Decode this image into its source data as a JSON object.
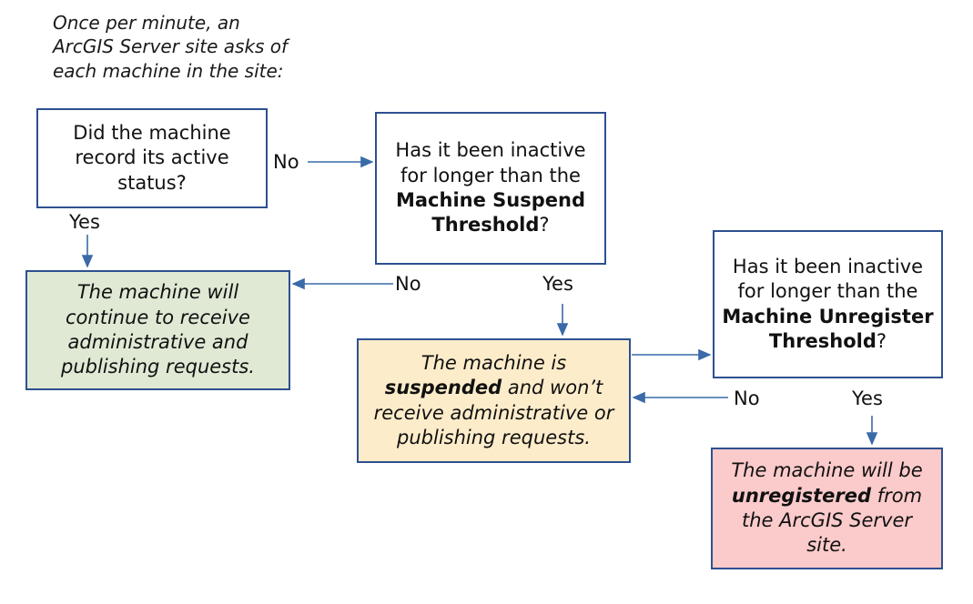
{
  "diagram": {
    "title_note": "Once per minute, an\nArcGIS Server site asks of\neach machine in the site:",
    "accent_border": "#2e5090",
    "arrow_color": "#3a6aa8",
    "nodes": {
      "decision_active_status": {
        "text": "Did the machine record its active status?",
        "line1": "Did the machine",
        "line2": "record its active",
        "line3": "status?",
        "fill": "#ffffff"
      },
      "decision_suspend_threshold": {
        "prefix": "Has it been inactive for longer than the ",
        "emphasis": "Machine Suspend Threshold",
        "suffix": "?",
        "fill": "#ffffff"
      },
      "decision_unregister_threshold": {
        "prefix": "Has it been inactive for longer than the ",
        "emphasis": "Machine Unregister Threshold",
        "suffix": "?",
        "fill": "#ffffff"
      },
      "outcome_continue": {
        "text": "The machine will continue to receive administrative and publishing requests.",
        "fill": "#dfe9d4"
      },
      "outcome_suspended": {
        "prefix": "The machine is ",
        "emphasis": "suspended",
        "suffix": " and won’t receive administrative or publishing requests.",
        "fill": "#fdecca"
      },
      "outcome_unregistered": {
        "prefix": "The machine will be ",
        "emphasis": "unregistered",
        "suffix": " from the ArcGIS Server site.",
        "fill": "#fbcaca"
      }
    },
    "edge_labels": {
      "active_no": "No",
      "active_yes": "Yes",
      "suspend_no": "No",
      "suspend_yes": "Yes",
      "unregister_no": "No",
      "unregister_yes": "Yes"
    }
  }
}
